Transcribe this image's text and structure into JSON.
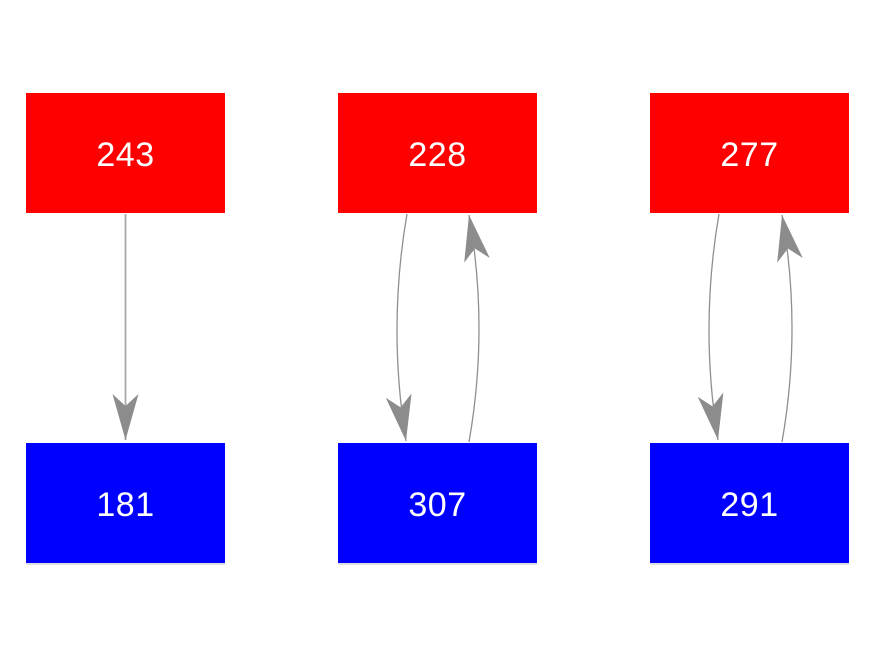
{
  "diagram": {
    "background_color": "#ffffff",
    "edge_color": "#a8a8a8",
    "curved_edge_color": "#8f8f8f",
    "arrow_color": "#8c8c8c",
    "node_text_color": "#ffffff",
    "top_row_color": "#ff0000",
    "bottom_row_color": "#0000ff",
    "nodes": [
      {
        "id": "top-1",
        "label": "243",
        "color": "#ff0000",
        "row": "top"
      },
      {
        "id": "bottom-1",
        "label": "181",
        "color": "#0000ff",
        "row": "bottom"
      },
      {
        "id": "top-2",
        "label": "228",
        "color": "#ff0000",
        "row": "top"
      },
      {
        "id": "bottom-2",
        "label": "307",
        "color": "#0000ff",
        "row": "bottom"
      },
      {
        "id": "top-3",
        "label": "277",
        "color": "#ff0000",
        "row": "top"
      },
      {
        "id": "bottom-3",
        "label": "291",
        "color": "#0000ff",
        "row": "bottom"
      }
    ],
    "edges": [
      {
        "from": "top-1",
        "to": "bottom-1",
        "curved": false
      },
      {
        "from": "top-2",
        "to": "bottom-2",
        "curved": true
      },
      {
        "from": "bottom-2",
        "to": "top-2",
        "curved": true
      },
      {
        "from": "top-3",
        "to": "bottom-3",
        "curved": true
      },
      {
        "from": "bottom-3",
        "to": "top-3",
        "curved": true
      }
    ]
  }
}
